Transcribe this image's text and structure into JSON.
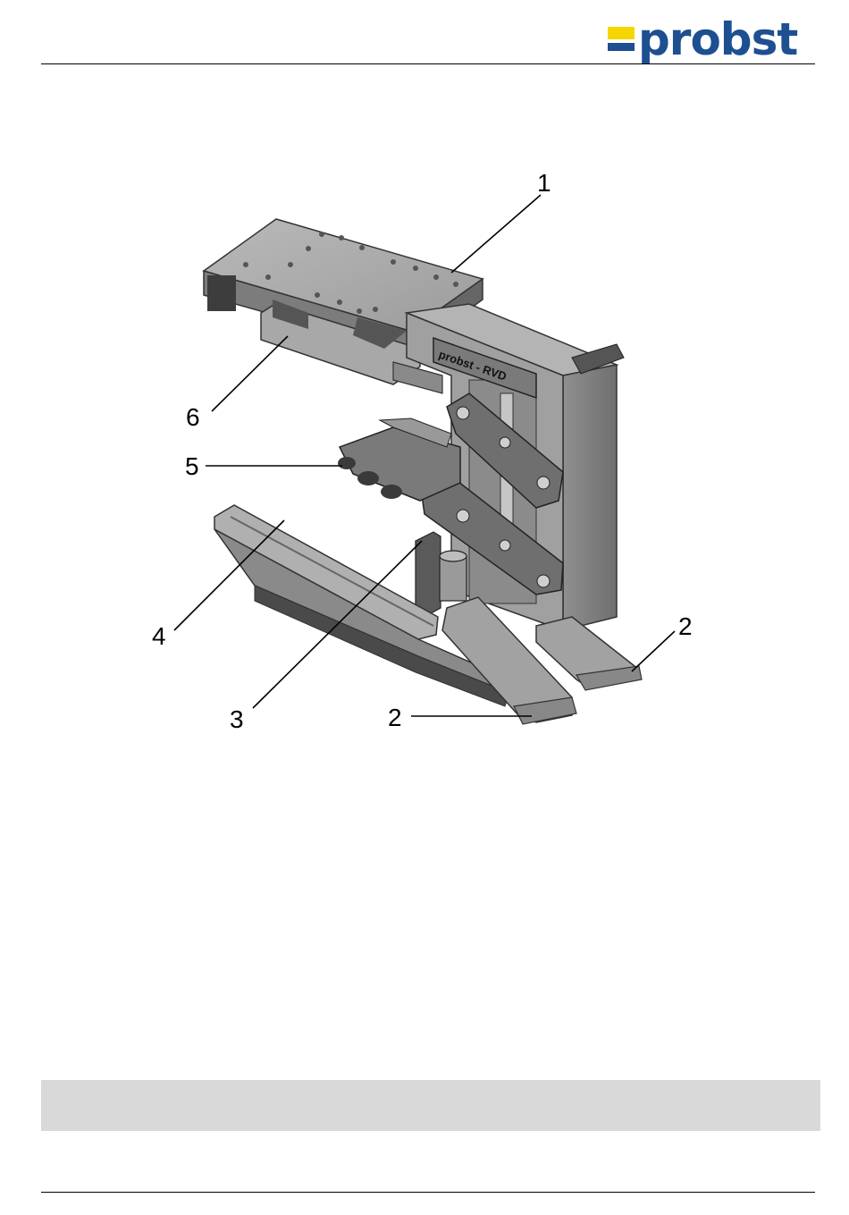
{
  "header": {
    "logo_text": "probst",
    "brand_colors": {
      "yellow": "#f6d600",
      "blue": "#1d4f91"
    }
  },
  "figure": {
    "nameplate_text": "probst - RVD",
    "callouts": [
      "1",
      "2",
      "2",
      "3",
      "4",
      "5",
      "6"
    ]
  },
  "note_box": {
    "text": ""
  }
}
